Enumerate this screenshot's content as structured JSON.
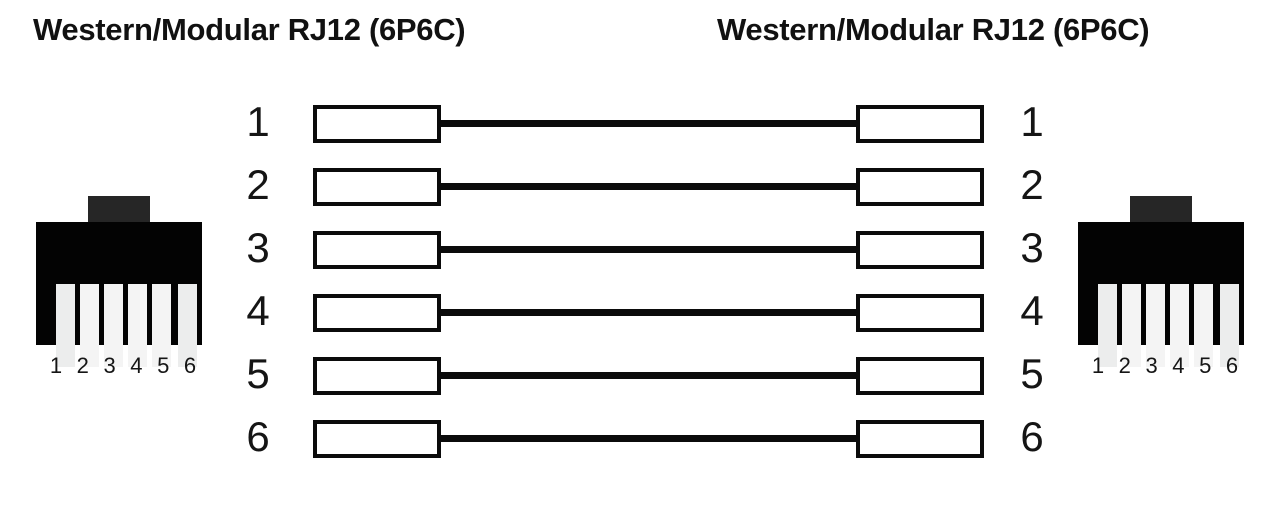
{
  "titles": {
    "left": "Western/Modular RJ12 (6P6C)",
    "right": "Western/Modular RJ12 (6P6C)"
  },
  "connectors": {
    "left": {
      "name": "Western/Modular RJ12 (6P6C)",
      "pin_count": 6,
      "pin_numbers": [
        "1",
        "2",
        "3",
        "4",
        "5",
        "6"
      ]
    },
    "right": {
      "name": "Western/Modular RJ12 (6P6C)",
      "pin_count": 6,
      "pin_numbers": [
        "1",
        "2",
        "3",
        "4",
        "5",
        "6"
      ]
    }
  },
  "wiring": {
    "scheme": "straight-through",
    "rows": [
      {
        "left_pin": "1",
        "right_pin": "1"
      },
      {
        "left_pin": "2",
        "right_pin": "2"
      },
      {
        "left_pin": "3",
        "right_pin": "3"
      },
      {
        "left_pin": "4",
        "right_pin": "4"
      },
      {
        "left_pin": "5",
        "right_pin": "5"
      },
      {
        "left_pin": "6",
        "right_pin": "6"
      }
    ]
  },
  "colors": {
    "background": "#ffffff",
    "ink": "#0b0b0b",
    "connector_body": "#030303",
    "connector_tab": "#262626",
    "pin_slot": "#f4f4f4"
  }
}
